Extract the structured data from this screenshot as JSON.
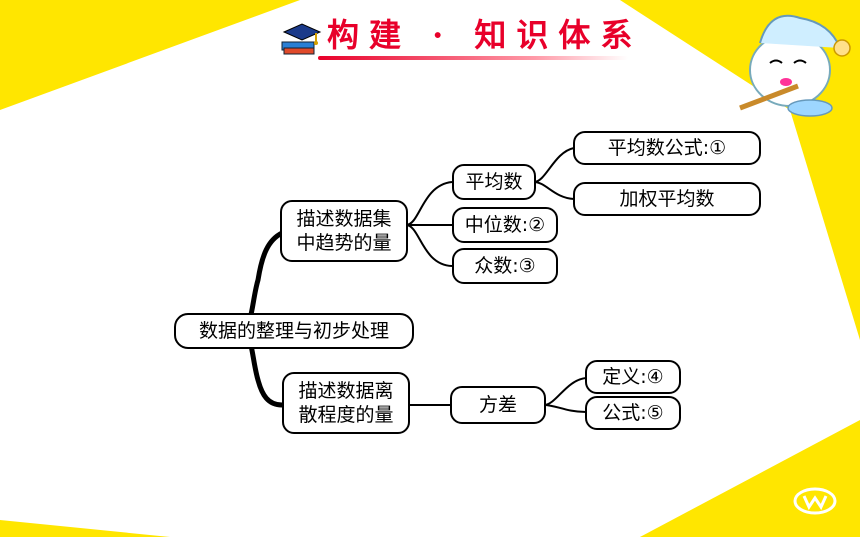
{
  "header": {
    "title": "构建 · 知识体系"
  },
  "mindmap": {
    "root": "数据的整理与初步处理",
    "central": "描述数据集中趋势的量",
    "central_children": {
      "mean": "平均数",
      "mean_children": {
        "formula": "平均数公式:①",
        "weighted": "加权平均数"
      },
      "median": "中位数:②",
      "mode": "众数:③"
    },
    "dispersion": "描述数据离散程度的量",
    "dispersion_children": {
      "variance": "方差",
      "variance_children": {
        "definition": "定义:④",
        "formula": "公式:⑤"
      }
    }
  },
  "colors": {
    "background_yellow": "#ffe600",
    "title_red": "#e8002a",
    "line": "#000000"
  },
  "icons": [
    "graduation-book-icon",
    "cartoon-mascot-icon",
    "footer-logo-icon"
  ]
}
